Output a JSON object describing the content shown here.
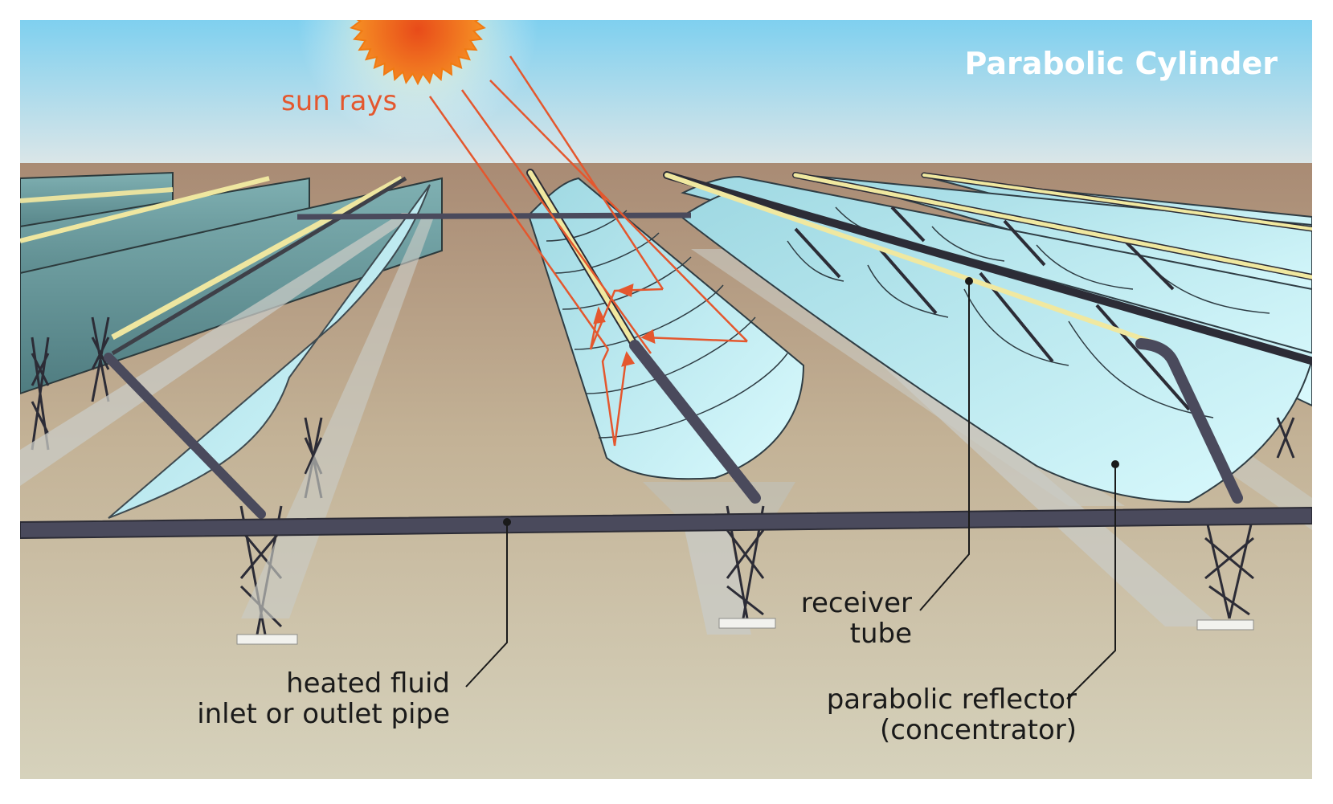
{
  "title": "Parabolic Cylinder",
  "labels": {
    "sun_rays": "sun rays",
    "receiver_tube_line1": "receiver",
    "receiver_tube_line2": "tube",
    "pipe_line1": "heated fluid",
    "pipe_line2": "inlet or outlet pipe",
    "reflector_line1": "parabolic reflector",
    "reflector_line2": "(concentrator)"
  },
  "colors": {
    "sky_top": "#7fd0ef",
    "sky_bottom": "#d4e3e6",
    "ground_far": "#a98b74",
    "ground_near": "#d4d0b8",
    "mirror": "#c8f1f6",
    "mirror_dark": "#5f8f92",
    "pipe": "#4a4a5c",
    "receiver": "#f0e8a0",
    "ray": "#e4572e",
    "sun": "#f57c1f"
  }
}
